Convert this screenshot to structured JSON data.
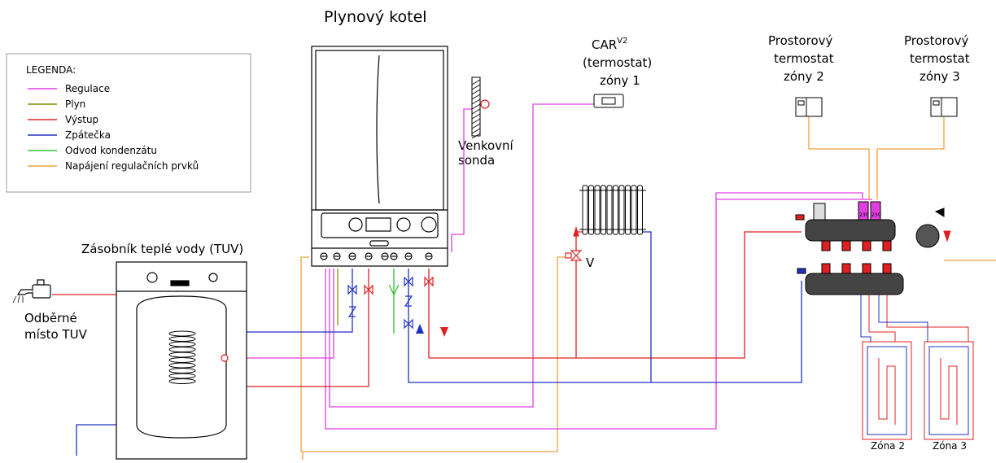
{
  "boiler_title": "Plynový kotel",
  "tank_title": "Zásobník teplé vody (TUV)",
  "outdoor_sensor": [
    "Venkovní",
    "sonda"
  ],
  "tap_point": [
    "Odběrné",
    "místo TUV"
  ],
  "car": {
    "name": "CAR",
    "sup": "V2",
    "line2": "(termostat)",
    "line3": "zóny 1"
  },
  "thermostat2": [
    "Prostorový",
    "termostat",
    "zóny 2"
  ],
  "thermostat3": [
    "Prostorový",
    "termostat",
    "zóny 3"
  ],
  "valve_label": "V",
  "zones": [
    "Zóna 2",
    "Zóna 3"
  ],
  "legend": {
    "title": "LEGENDA:",
    "items": [
      {
        "label": "Regulace",
        "color": "#e040e0"
      },
      {
        "label": "Plyn",
        "color": "#8a8a00"
      },
      {
        "label": "Výstup",
        "color": "#e02020"
      },
      {
        "label": "Zpátečka",
        "color": "#2030c0"
      },
      {
        "label": "Odvod kondenzátu",
        "color": "#30c030"
      },
      {
        "label": "Napájení regulačních prvků",
        "color": "#f0a040"
      }
    ]
  },
  "manifold_marks": [
    "230",
    "230"
  ]
}
